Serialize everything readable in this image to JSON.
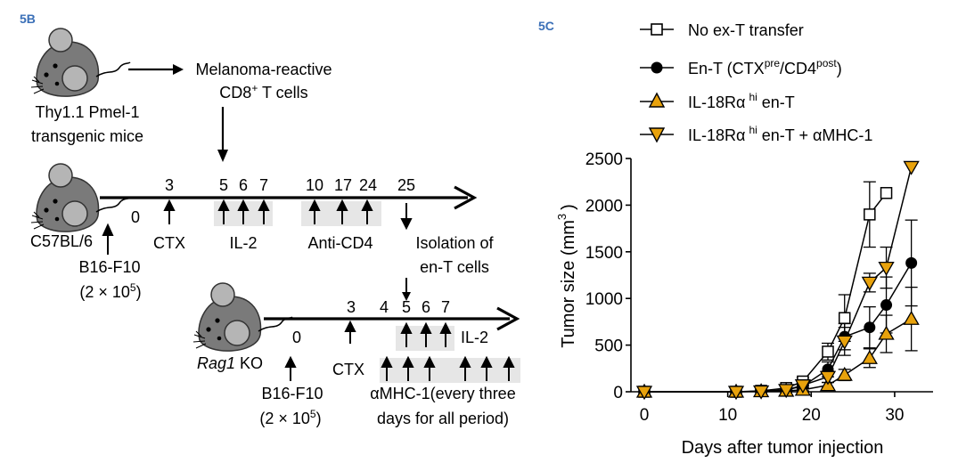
{
  "panel_b": {
    "label": "5B",
    "donor_label_1": "Thy1.1 Pmel-1",
    "donor_label_2": "transgenic mice",
    "cells_label_1": "Melanoma-reactive",
    "cells_label_2": "CD8",
    "cells_label_2_sup": "+",
    "cells_label_2_tail": " T cells",
    "timeline1": {
      "host": "C57BL/6",
      "day_labels": [
        "0",
        "3",
        "5",
        "6",
        "7",
        "10",
        "17",
        "24",
        "25"
      ],
      "treatments": {
        "ctx": "CTX",
        "il2": "IL-2",
        "anti_cd4": "Anti-CD4"
      },
      "tumor_1": "B16-F10",
      "tumor_2": "(2 × 10",
      "tumor_sup": "5",
      "tumor_tail": ")",
      "isolation_1": "Isolation of",
      "isolation_2": "en-T cells"
    },
    "timeline2": {
      "host_italic": "Rag1",
      "host_tail": " KO",
      "day_labels": [
        "0",
        "3",
        "4",
        "5",
        "6",
        "7"
      ],
      "treatments": {
        "il2": "IL-2",
        "ctx": "CTX"
      },
      "tumor_1": "B16-F10",
      "tumor_2": "(2 × 10",
      "tumor_sup": "5",
      "tumor_tail": ")",
      "antibody_1": "αMHC-1(every three",
      "antibody_2": "days for all period)"
    }
  },
  "panel_c": {
    "label": "5C"
  },
  "colors": {
    "orange": "#E8A20C",
    "black": "#000000",
    "white": "#ffffff",
    "shade": "#e6e6e6"
  },
  "chart_data": {
    "type": "line",
    "xlabel": "Days after tumor injection",
    "ylabel_main": "Tumor size (mm",
    "ylabel_sup": "3",
    "ylabel_tail": ")",
    "xlim": [
      0,
      33
    ],
    "ylim": [
      0,
      2500
    ],
    "xticks": [
      0,
      10,
      20,
      30
    ],
    "yticks": [
      0,
      500,
      1000,
      1500,
      2000,
      2500
    ],
    "legend_position": "top",
    "series": [
      {
        "name": "No ex-T transfer",
        "marker": "square-open",
        "x": [
          0,
          11,
          14,
          17,
          19,
          22,
          24,
          27,
          29
        ],
        "y": [
          0,
          0,
          10,
          40,
          110,
          430,
          790,
          1900,
          2130
        ],
        "err": [
          0,
          0,
          10,
          20,
          40,
          90,
          250,
          350,
          0
        ]
      },
      {
        "name": "En-T (CTX^pre/CD4^post)",
        "name_main": "En-T (CTX",
        "name_sup1": "pre",
        "name_mid": "/CD4",
        "name_sup2": "post",
        "name_tail": ")",
        "marker": "circle-filled",
        "x": [
          0,
          11,
          14,
          17,
          19,
          22,
          24,
          27,
          29,
          32
        ],
        "y": [
          0,
          0,
          5,
          20,
          60,
          240,
          590,
          690,
          930,
          1380
        ],
        "err": [
          0,
          0,
          5,
          10,
          30,
          80,
          140,
          220,
          300,
          460
        ]
      },
      {
        "name": "IL-18Rα^hi en-T",
        "name_main": "IL-18Rα",
        "name_sup1": "hi",
        "name_tail": " en-T",
        "marker": "triangle-up-orange",
        "x": [
          0,
          11,
          14,
          17,
          19,
          22,
          24,
          27,
          29,
          32
        ],
        "y": [
          0,
          0,
          5,
          10,
          20,
          70,
          180,
          360,
          620,
          780
        ],
        "err": [
          0,
          0,
          5,
          5,
          10,
          30,
          60,
          100,
          200,
          340
        ]
      },
      {
        "name": "IL-18Rα^hi en-T + αMHC-1",
        "name_main": "IL-18Rα",
        "name_sup1": "hi",
        "name_tail": " en-T + αMHC-1",
        "marker": "triangle-down-orange",
        "x": [
          0,
          11,
          14,
          17,
          19,
          22,
          24,
          27,
          29,
          32
        ],
        "y": [
          0,
          0,
          5,
          20,
          70,
          160,
          540,
          1170,
          1330,
          2410
        ],
        "err": [
          0,
          0,
          5,
          10,
          30,
          60,
          150,
          100,
          220,
          0
        ]
      }
    ]
  }
}
